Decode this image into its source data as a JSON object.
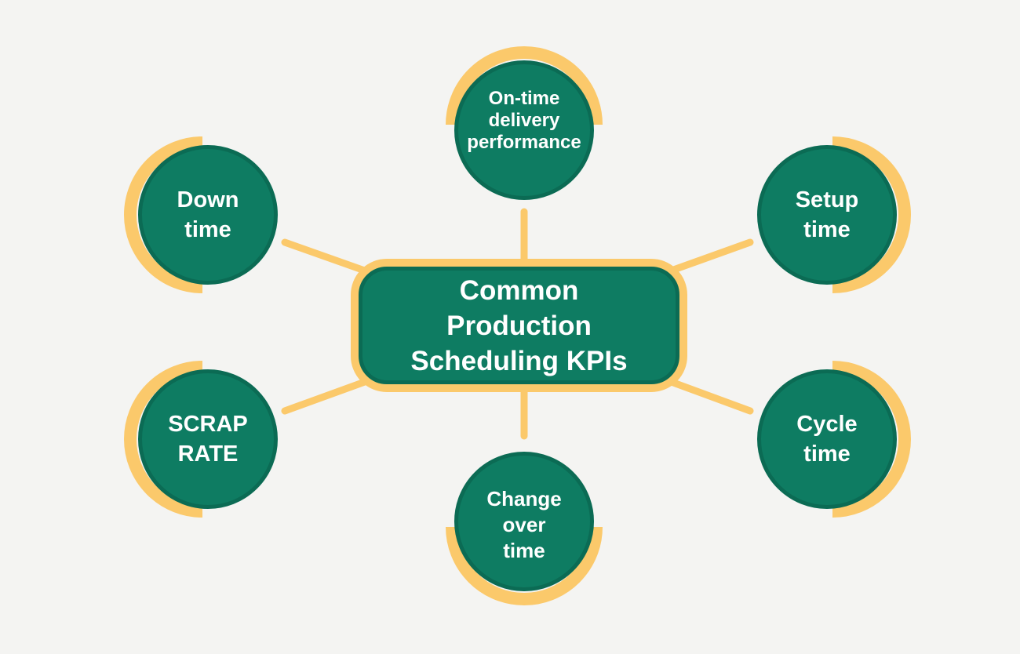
{
  "diagram": {
    "center": {
      "lines": [
        "Common",
        "Production",
        "Scheduling KPIs"
      ],
      "title": "Common Production Scheduling KPIs"
    },
    "nodes": [
      {
        "id": "on-time-delivery-performance",
        "label": "On-time delivery performance",
        "lines": [
          "On-time",
          "delivery",
          "performance"
        ],
        "position": "top",
        "accent_arc_side": "top"
      },
      {
        "id": "setup-time",
        "label": "Setup time",
        "lines": [
          "Setup",
          "time"
        ],
        "position": "top-right",
        "accent_arc_side": "right"
      },
      {
        "id": "cycle-time",
        "label": "Cycle time",
        "lines": [
          "Cycle",
          "time"
        ],
        "position": "bottom-right",
        "accent_arc_side": "right"
      },
      {
        "id": "change-over-time",
        "label": "Change over time",
        "lines": [
          "Change",
          "over",
          "time"
        ],
        "position": "bottom",
        "accent_arc_side": "bottom"
      },
      {
        "id": "scrap-rate",
        "label": "SCRAP RATE",
        "lines": [
          "SCRAP",
          "RATE"
        ],
        "position": "bottom-left",
        "accent_arc_side": "left"
      },
      {
        "id": "down-time",
        "label": "Down time",
        "lines": [
          "Down",
          "time"
        ],
        "position": "top-left",
        "accent_arc_side": "left"
      }
    ]
  },
  "colors": {
    "background": "#f4f4f2",
    "node_fill": "#0e7c62",
    "node_rim": "#0b6b54",
    "accent": "#fbc96b",
    "text": "#ffffff"
  }
}
